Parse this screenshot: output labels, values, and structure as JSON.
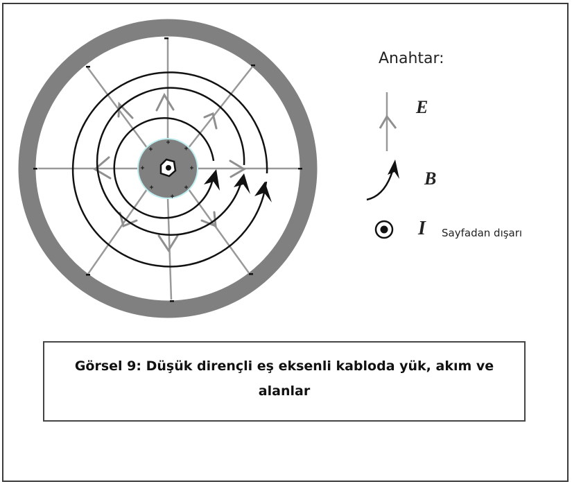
{
  "figure": {
    "caption": "Görsel 9: Düşük dirençli eş eksenli kabloda yük, akım ve alanlar",
    "colors": {
      "conductor_gray": "#808080",
      "field_line_gray": "#999999",
      "magnetic_line": "#111111",
      "frame": "#3a3a3a",
      "inner_conductor_glow": "#bfeef0"
    },
    "diagram": {
      "description": "Coaxial cable cross-section",
      "inner_conductor_charge": "+",
      "outer_conductor_charge": "-",
      "radial_field_lines": 8,
      "magnetic_field_circles": 3
    }
  },
  "legend": {
    "title": "Anahtar:",
    "items": [
      {
        "icon": "gray-arrow-up-icon",
        "symbol": "E"
      },
      {
        "icon": "curved-black-arrow-icon",
        "symbol": "B"
      },
      {
        "icon": "dot-in-circle-icon",
        "symbol": "I",
        "note": "Sayfadan dışarı"
      }
    ]
  }
}
